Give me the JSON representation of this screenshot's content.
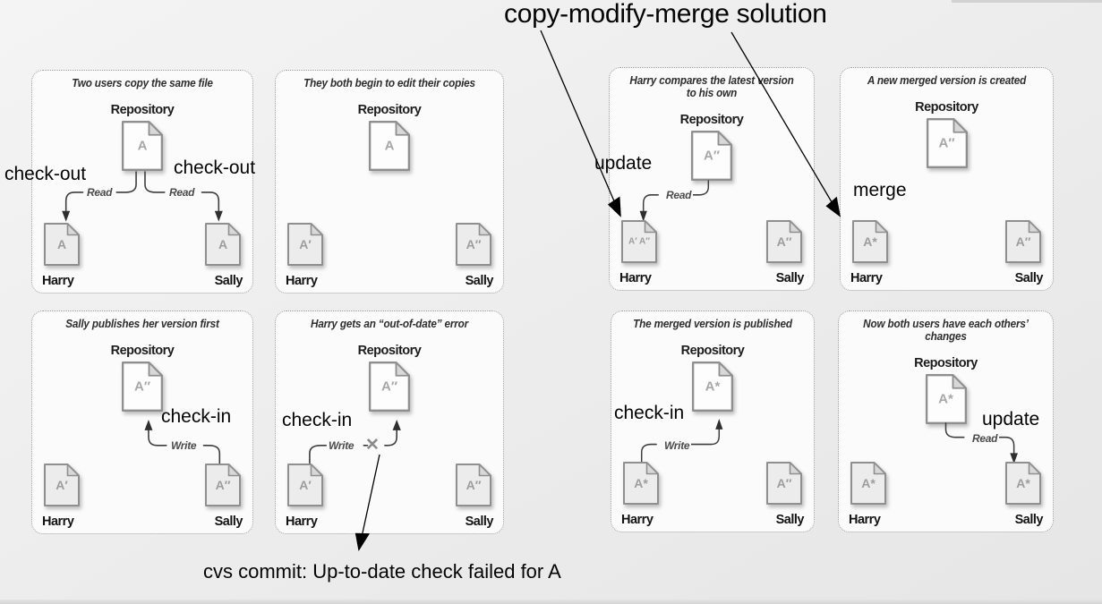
{
  "colors": {
    "background": "#ededed",
    "panel_background": "#fbfbfb",
    "panel_border": "#9a9a9a",
    "annotation_color": "#000000",
    "diagram_ink": "#3d3d3d",
    "file_letter": "#9d9d9d",
    "blocked_x": "#8b8b8b"
  },
  "annotations": {
    "title": "copy-modify-merge solution",
    "bottom_note": "cvs commit: Up-to-date check failed for A",
    "checkout_left": "check-out",
    "checkout_right": "check-out",
    "checkin_sally": "check-in",
    "checkin_harry": "check-in",
    "update_harry": "update",
    "merge_label": "merge",
    "checkin_merged": "check-in",
    "update_sally": "update"
  },
  "panels": [
    {
      "title": "Two users copy the same file",
      "repository_label": "Repository",
      "repository_file": "A",
      "harry_file": "A",
      "sally_file": "A",
      "harry_label": "Harry",
      "sally_label": "Sally",
      "read_label_left": "Read",
      "read_label_right": "Read"
    },
    {
      "title": "They both begin to edit their copies",
      "repository_label": "Repository",
      "repository_file": "A",
      "harry_file": "A′",
      "sally_file": "A″",
      "harry_label": "Harry",
      "sally_label": "Sally"
    },
    {
      "title": "Sally publishes her version first",
      "repository_label": "Repository",
      "repository_file": "A″",
      "harry_file": "A′",
      "sally_file": "A″",
      "harry_label": "Harry",
      "sally_label": "Sally",
      "write_label": "Write"
    },
    {
      "title": "Harry gets an “out-of-date” error",
      "repository_label": "Repository",
      "repository_file": "A″",
      "harry_file": "A′",
      "sally_file": "A″",
      "harry_label": "Harry",
      "sally_label": "Sally",
      "write_label": "Write",
      "blocked_mark": "✕"
    },
    {
      "title": "Harry compares the latest version to his own",
      "repository_label": "Repository",
      "repository_file": "A″",
      "harry_file": "A′ A″",
      "sally_file": "A″",
      "harry_label": "Harry",
      "sally_label": "Sally",
      "read_label": "Read"
    },
    {
      "title": "A new merged version is created",
      "repository_label": "Repository",
      "repository_file": "A″",
      "harry_file": "A*",
      "sally_file": "A″",
      "harry_label": "Harry",
      "sally_label": "Sally"
    },
    {
      "title": "The merged version is published",
      "repository_label": "Repository",
      "repository_file": "A*",
      "harry_file": "A*",
      "sally_file": "A″",
      "harry_label": "Harry",
      "sally_label": "Sally",
      "write_label": "Write"
    },
    {
      "title": "Now both users have each others’ changes",
      "repository_label": "Repository",
      "repository_file": "A*",
      "harry_file": "A*",
      "sally_file": "A*",
      "harry_label": "Harry",
      "sally_label": "Sally",
      "read_label": "Read"
    }
  ]
}
